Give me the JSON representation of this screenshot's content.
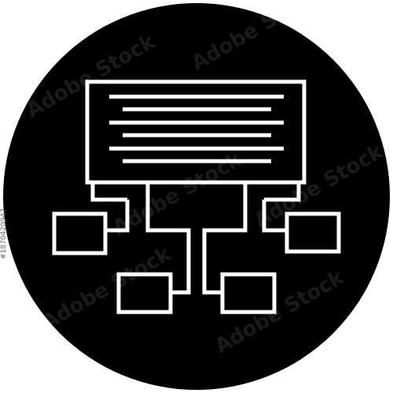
{
  "colors": {
    "background": "#ffffff",
    "circle": "#000000",
    "stroke": "#ffffff",
    "watermark": "#ffffff",
    "stock_id_text": "#6b6b6b"
  },
  "icon": {
    "name": "hierarchy-chart-icon",
    "style": "glyph-in-circle"
  },
  "watermark": {
    "text": "Adobe Stock"
  },
  "stock": {
    "id_text": "#1870420947"
  }
}
